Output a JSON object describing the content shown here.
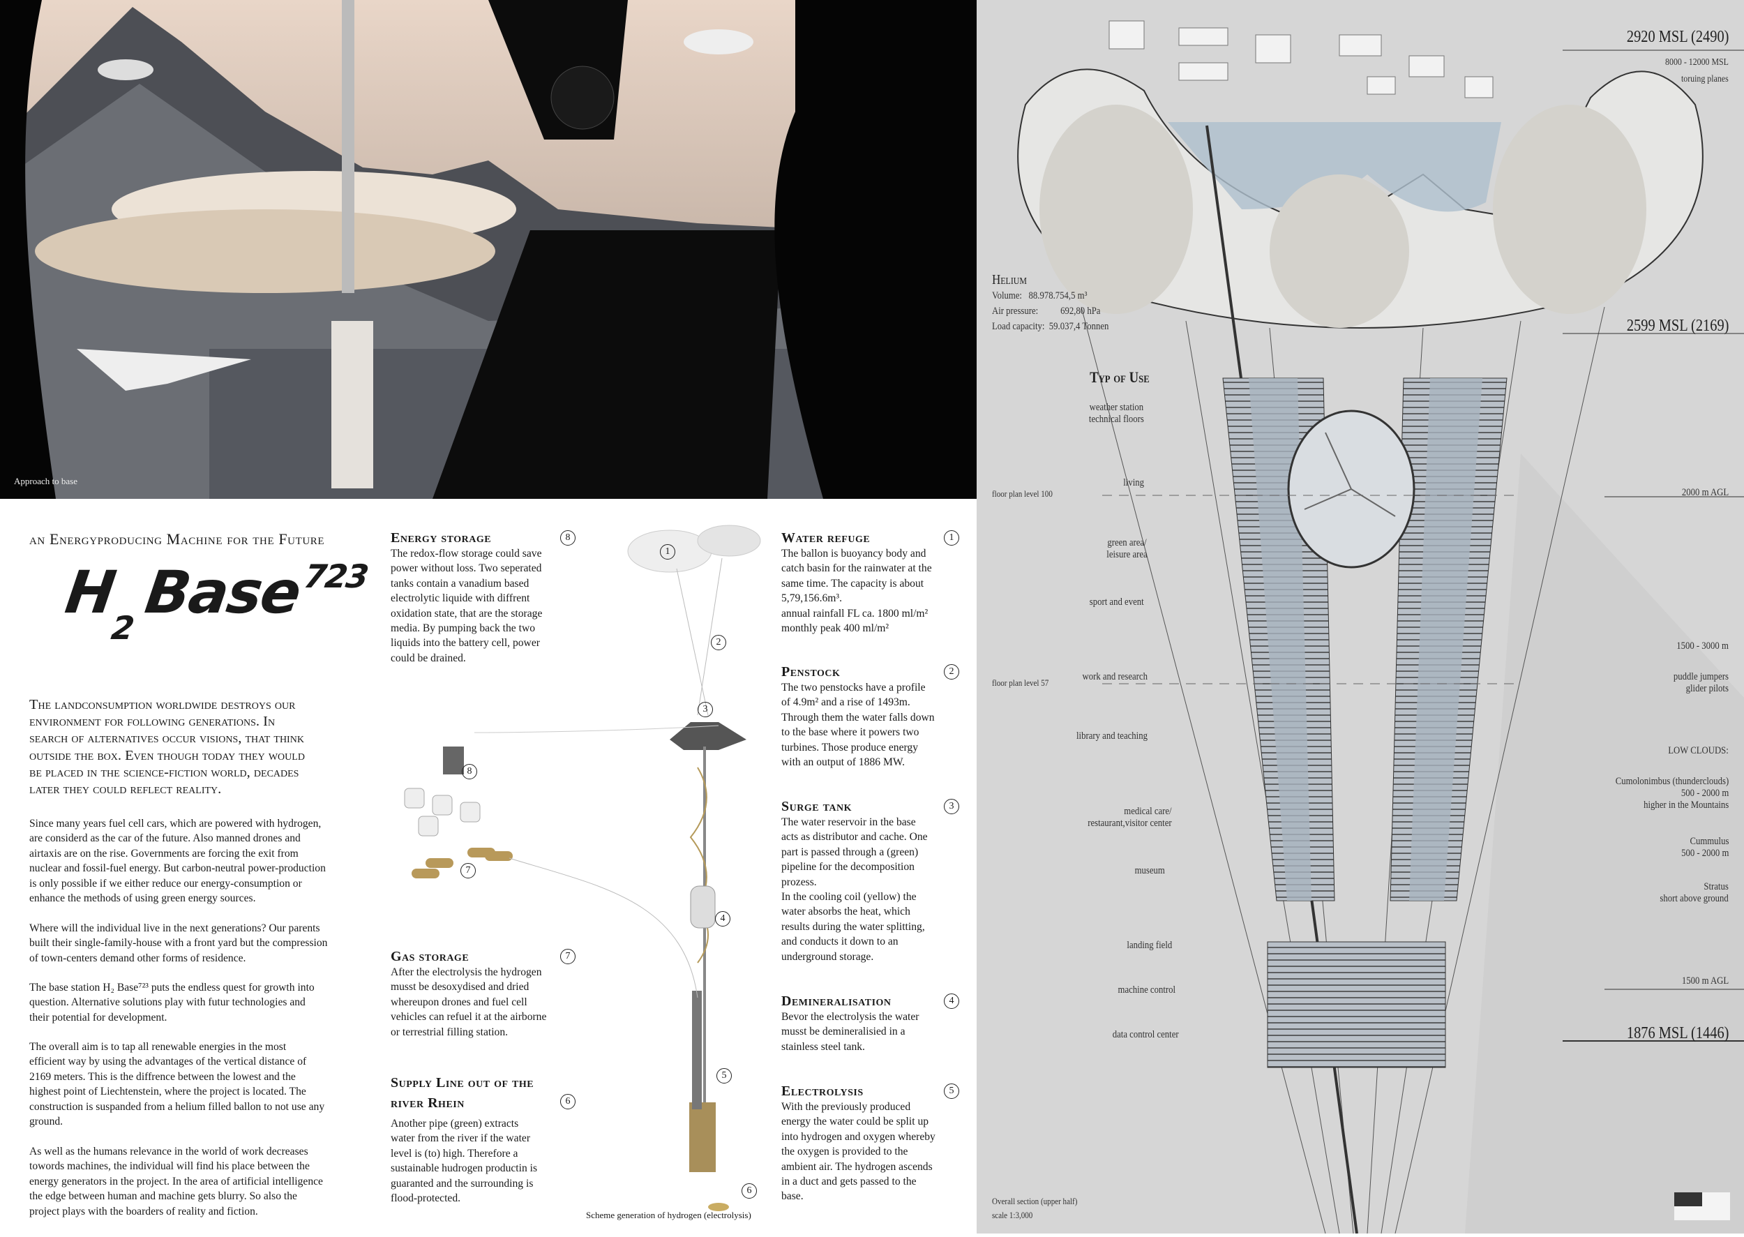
{
  "photo": {
    "caption": "Approach to base"
  },
  "left": {
    "subtitle": "an Energyproducing Machine for the Future",
    "title": {
      "h": "H",
      "sub": "2",
      "base": "Base",
      "sup": "723"
    },
    "intro": "The landconsumption worldwide destroys our\nenvironment for following generations. In\nsearch of alternatives occur visions, that think\noutside the box. Even though today they would\nbe placed in the science-fiction world, decades\nlater they could reflect reality.",
    "paragraphs": [
      "Since many years fuel cell cars, which are powered with hydrogen,\nare considerd as the car of  the future. Also manned drones and\nairtaxis are on the rise. Governments are forcing the exit from\nnuclear and fossil-fuel energy. But carbon-neutral power-production\nis only possible if  we either reduce our energy-consumption or\nenhance the methods of  using green energy sources.",
      "Where will the individual live in the next generations? Our parents\nbuilt their single-family-house with a front yard but the compression\nof  town-centers demand other forms of  residence.",
      "The base station H₂ Base⁷²³ puts the endless quest for growth into\nquestion. Alternative solutions play with futur technologies and\ntheir potential for development.",
      "The overall aim is to tap all renewable energies in the most\nefficient way by using the advantages of  the vertical distance of\n2169 meters. This is the diffrence between the lowest and the\nhighest point of  Liechtenstein, where the project is located. The\nconstruction is suspanded from a helium filled ballon to not use any\nground.",
      "As well as the humans relevance in the world of  work decreases\ntowords machines, the individual will find his place between the\nenergy generators in the project. In the area of  artificial intelligence\nthe edge between human and machine gets blurry. So also the\nproject plays with the boarders of  reality and fiction."
    ]
  },
  "sections": [
    {
      "num": "8",
      "title": "Energy storage",
      "text": "The redox-flow storage could save\npower without loss. Two seperated\ntanks contain a vanadium based\nelectrolytic liquide with diffrent\noxidation state, that are the storage\nmedia. By pumping back the two\nliquids into the battery cell, power\ncould be drained."
    },
    {
      "num": "7",
      "title": "Gas storage",
      "text": "After the electrolysis the hydrogen\nmusst be desoxydised and dried\nwhereupon drones and fuel cell\nvehicles can refuel it at the airborne\nor terrestrial filling station."
    },
    {
      "num": "6",
      "title": "Supply Line out of the\nriver Rhein",
      "text": "Another pipe (green) extracts\nwater from the river if  the water\nlevel is (to) high. Therefore a\nsustainable hudrogen productin is\nguaranted and the surrounding is\nflood-protected."
    },
    {
      "num": "1",
      "title": "Water refuge",
      "text": "The ballon is buoyancy body and\ncatch basin for the rainwater at the\nsame time. The capacity is about\n5,79,156.6m³.\nannual rainfall FL ca. 1800 ml/m²\nmonthly peak 400 ml/m²"
    },
    {
      "num": "2",
      "title": "Penstock",
      "text": "The two penstocks have a profile\nof  4.9m² and a rise of  1493m.\nThrough them the water falls down\nto the base where it powers two\nturbines. Those produce energy\nwith an output of  1886 MW."
    },
    {
      "num": "3",
      "title": "Surge tank",
      "text": "The water reservoir in the base\nacts as distributor and cache. One\npart is passed through a (green)\npipeline for the decomposition\nprozess.\nIn the cooling coil (yellow) the\nwater absorbs the heat, which\nresults during the water splitting,\nand conducts it down to an\nunderground storage."
    },
    {
      "num": "4",
      "title": "Demineralisation",
      "text": "Bevor the electrolysis the water\nmusst be demineralisied in a\nstainless steel tank."
    },
    {
      "num": "5",
      "title": "Electrolysis",
      "text": "With the previously produced\nenergy the water could be split up\ninto hydrogen and oxygen whereby\nthe oxygen is provided to the\nambient air. The hydrogen ascends\nin a duct and gets passed to the\nbase."
    }
  ],
  "diagram": {
    "caption": "Scheme generation of  hydrogen (electrolysis)",
    "markers": [
      "1",
      "2",
      "3",
      "8",
      "7",
      "4",
      "5",
      "6"
    ]
  },
  "section_view": {
    "top_level": "2920 MSL (2490)",
    "planes_range": "8000 - 12000 MSL",
    "planes_label": "toruing planes",
    "helium": {
      "title": "Helium",
      "volume_label": "Volume:",
      "volume": "88.978.754,5 m³",
      "pressure_label": "Air pressure:",
      "pressure": "692,80 hPa",
      "load_label": "Load capacity:",
      "load": "59.037,4 Tonnen"
    },
    "balloon_level": "2599 MSL (2169)",
    "use_title": "Typ of Use",
    "uses": [
      "weather station\ntechnical floors",
      "living",
      "green area/\nleisure area",
      "sport and event",
      "work and research",
      "library and teaching",
      "medical care/\nrestaurant,visitor center",
      "museum",
      "landing field",
      "machine control",
      "data control center"
    ],
    "floor100": "floor plan level 100",
    "floor57": "floor plan level 57",
    "agl2000": "2000 m AGL",
    "range_1500_3000": "1500 - 3000 m",
    "pilots": "puddle jumpers\nglider pilots",
    "low_clouds": "LOW CLOUDS:",
    "cumulonimbus": "Cumolonimbus (thunderclouds)\n500 - 2000 m\nhigher in the Mountains",
    "cumulus": "Cummulus\n500 - 2000 m",
    "stratus": "Stratus\nshort above ground",
    "agl1500": "1500 m AGL",
    "base_level": "1876 MSL (1446)",
    "caption": "Overall section (upper half)",
    "scale": "scale 1:3,000"
  }
}
